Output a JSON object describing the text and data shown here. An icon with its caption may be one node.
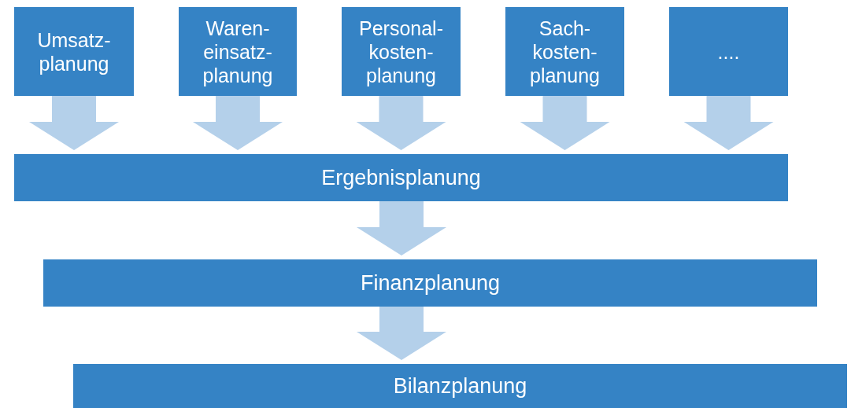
{
  "diagram": {
    "nodes": [
      {
        "text": [
          "Umsatz- planung"
        ]
      },
      {
        "text": [
          "Waren- einsatz- planung"
        ]
      },
      {
        "text": [
          "Personal- kosten- planung"
        ]
      },
      {
        "text": [
          "Sach- kosten- planung"
        ]
      },
      {
        "text": [
          "...."
        ]
      },
      {
        "text": [
          "Ergebnisplanung"
        ]
      },
      {
        "text": [
          "Finanzplanung"
        ]
      },
      {
        "text": [
          "Bilanzplanung"
        ]
      }
    ],
    "edges": [
      {
        "from": 0,
        "to": 5,
        "arrow": "to"
      },
      {
        "from": 1,
        "to": 5,
        "arrow": "to"
      },
      {
        "from": 2,
        "to": 5,
        "arrow": "to"
      },
      {
        "from": 3,
        "to": 5,
        "arrow": "to"
      },
      {
        "from": 4,
        "to": 5,
        "arrow": "to"
      },
      {
        "from": 5,
        "to": 6,
        "arrow": "to"
      },
      {
        "from": 6,
        "to": 7,
        "arrow": "to"
      }
    ]
  }
}
